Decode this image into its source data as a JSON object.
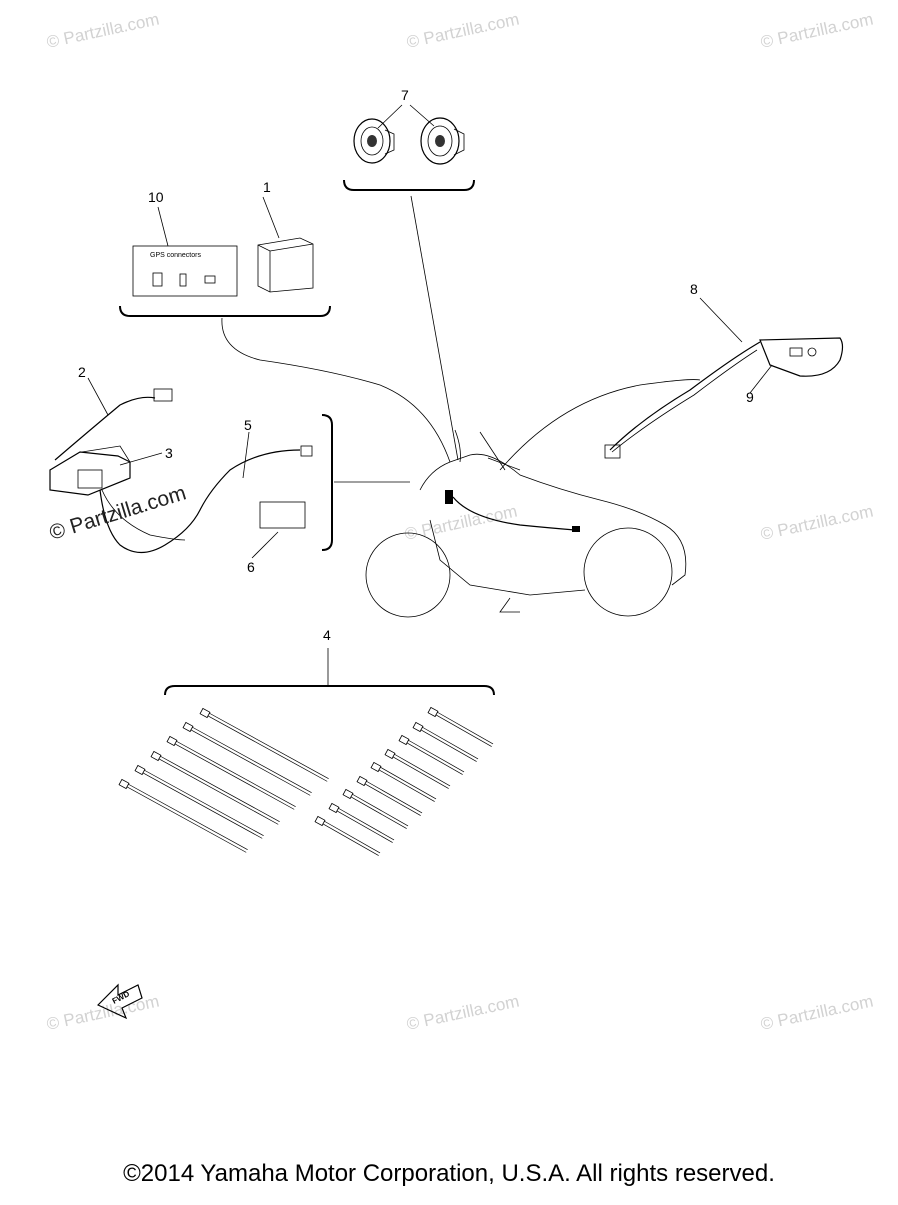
{
  "watermark": {
    "text": "© Partzilla.com",
    "text_dark": "© Partzilla.com"
  },
  "callouts": [
    "1",
    "2",
    "3",
    "4",
    "5",
    "6",
    "7",
    "8",
    "9",
    "10"
  ],
  "gps_box": {
    "label": "GPS connectors"
  },
  "fwd_label": "FWD",
  "copyright": "©2014 Yamaha Motor Corporation, U.S.A. All rights reserved."
}
